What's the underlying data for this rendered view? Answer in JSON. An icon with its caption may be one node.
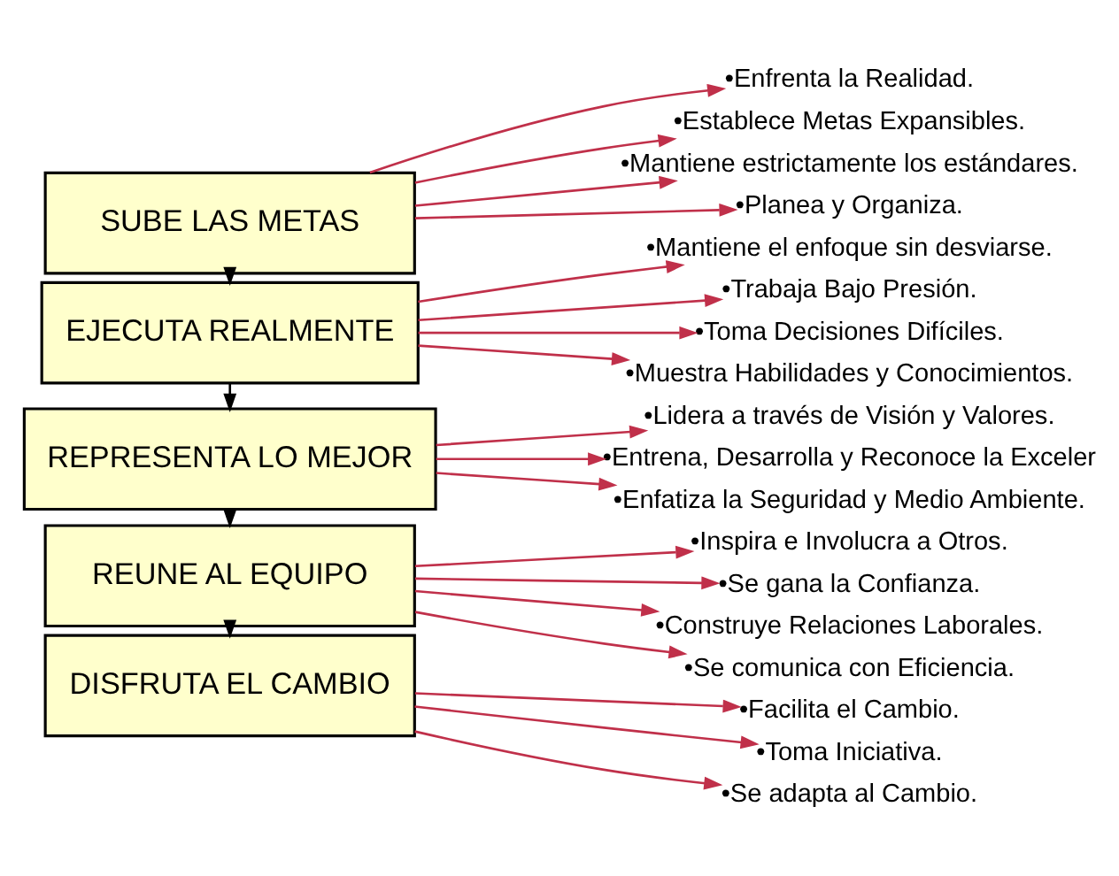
{
  "diagram": {
    "nodes": [
      {
        "text": [
          "SUBE LAS METAS"
        ]
      },
      {
        "text": [
          "•Enfrenta la Realidad."
        ]
      },
      {
        "text": [
          "•Establece Metas Expansibles."
        ]
      },
      {
        "text": [
          "•Mantiene estrictamente los estándares."
        ]
      },
      {
        "text": [
          "•Planea y Organiza."
        ]
      },
      {
        "text": [
          "EJECUTA REALMENTE"
        ]
      },
      {
        "text": [
          "•Mantiene el enfoque sin desviarse."
        ]
      },
      {
        "text": [
          "•Trabaja Bajo Presión."
        ]
      },
      {
        "text": [
          "•Toma Decisiones Difíciles."
        ]
      },
      {
        "text": [
          "•Muestra Habilidades y Conocimientos."
        ]
      },
      {
        "text": [
          "REPRESENTA LO MEJOR"
        ]
      },
      {
        "text": [
          "•Lidera a través de Visión y Valores."
        ]
      },
      {
        "text": [
          "•Entrena, Desarrolla y Reconoce la Exceler"
        ]
      },
      {
        "text": [
          "•Enfatiza la Seguridad y Medio Ambiente."
        ]
      },
      {
        "text": [
          "REUNE AL EQUIPO"
        ]
      },
      {
        "text": [
          "•Inspira e Involucra a Otros."
        ]
      },
      {
        "text": [
          "•Se gana la Confianza."
        ]
      },
      {
        "text": [
          "•Construye Relaciones Laborales."
        ]
      },
      {
        "text": [
          "•Se comunica con Eficiencia."
        ]
      },
      {
        "text": [
          "DISFRUTA EL CAMBIO"
        ]
      },
      {
        "text": [
          "•Facilita el Cambio."
        ]
      },
      {
        "text": [
          "•Toma Iniciativa."
        ]
      },
      {
        "text": [
          "•Se adapta al Cambio."
        ]
      }
    ],
    "edges": [
      {
        "from": 0,
        "to": 1,
        "arrow": "to"
      },
      {
        "from": 0,
        "to": 2,
        "arrow": "to"
      },
      {
        "from": 0,
        "to": 3,
        "arrow": "to"
      },
      {
        "from": 0,
        "to": 4,
        "arrow": "to"
      },
      {
        "from": 0,
        "to": 5,
        "arrow": "to",
        "color": "#000000"
      },
      {
        "from": 5,
        "to": 6,
        "arrow": "to"
      },
      {
        "from": 5,
        "to": 7,
        "arrow": "to"
      },
      {
        "from": 5,
        "to": 8,
        "arrow": "to"
      },
      {
        "from": 5,
        "to": 9,
        "arrow": "to"
      },
      {
        "from": 5,
        "to": 10,
        "arrow": "to",
        "color": "#000000"
      },
      {
        "from": 10,
        "to": 11,
        "arrow": "to"
      },
      {
        "from": 10,
        "to": 12,
        "arrow": "to"
      },
      {
        "from": 10,
        "to": 13,
        "arrow": "to"
      },
      {
        "from": 10,
        "to": 14,
        "arrow": "to",
        "color": "#000000"
      },
      {
        "from": 14,
        "to": 15,
        "arrow": "to"
      },
      {
        "from": 14,
        "to": 16,
        "arrow": "to"
      },
      {
        "from": 14,
        "to": 17,
        "arrow": "to"
      },
      {
        "from": 14,
        "to": 18,
        "arrow": "to"
      },
      {
        "from": 14,
        "to": 19,
        "arrow": "to",
        "color": "#000000"
      },
      {
        "from": 19,
        "to": 20,
        "arrow": "to"
      },
      {
        "from": 19,
        "to": 21,
        "arrow": "to"
      },
      {
        "from": 19,
        "to": 22,
        "arrow": "to"
      }
    ]
  }
}
